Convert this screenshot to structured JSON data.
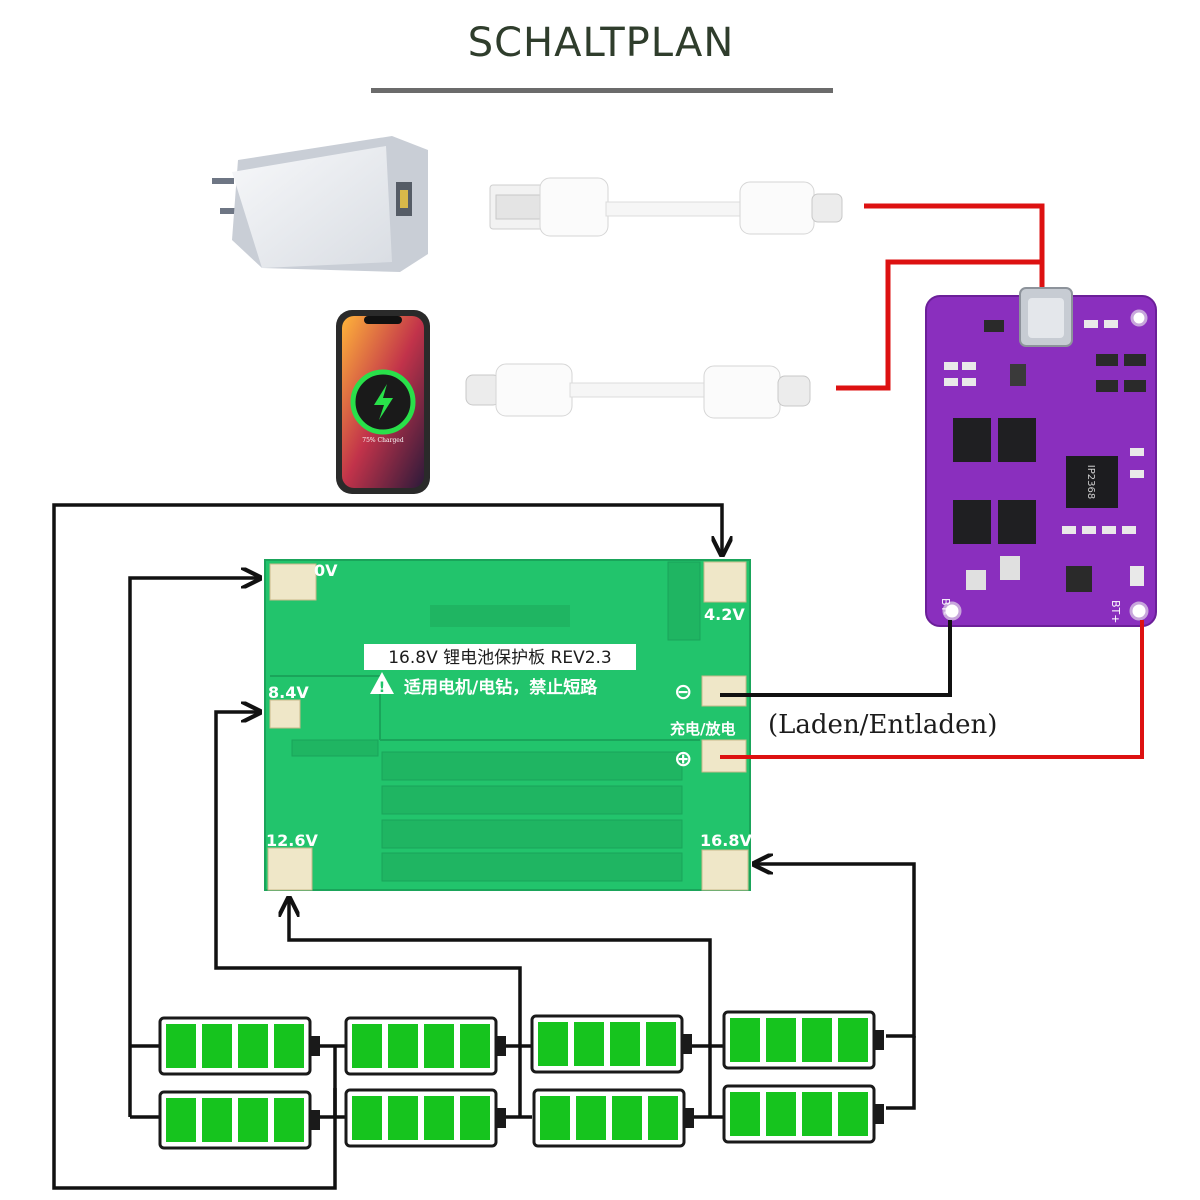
{
  "title": "SCHALTPLAN",
  "bms": {
    "banner": "16.8V 锂电池保护板 REV2.3",
    "warning": "适用电机/电钻，禁止短路",
    "pad_0v": "0V",
    "pad_4v2": "4.2V",
    "pad_8v4": "8.4V",
    "pad_12v6": "12.6V",
    "pad_16v8": "16.8V",
    "charge_label": "充电/放电",
    "minus_symbol": "⊖",
    "plus_symbol": "⊕"
  },
  "charger_board": {
    "chip": "IP2368",
    "bt_minus": "BT-",
    "bt_plus": "BT+"
  },
  "phone": {
    "screen_text": "75% Charged"
  },
  "annotation": "(Laden/Entladen)",
  "colors": {
    "red_wire": "#dd1111",
    "black_wire": "#111111",
    "pcb_green": "#22c46c",
    "board_purple": "#8a2fbe",
    "cell_green": "#16c41e"
  }
}
